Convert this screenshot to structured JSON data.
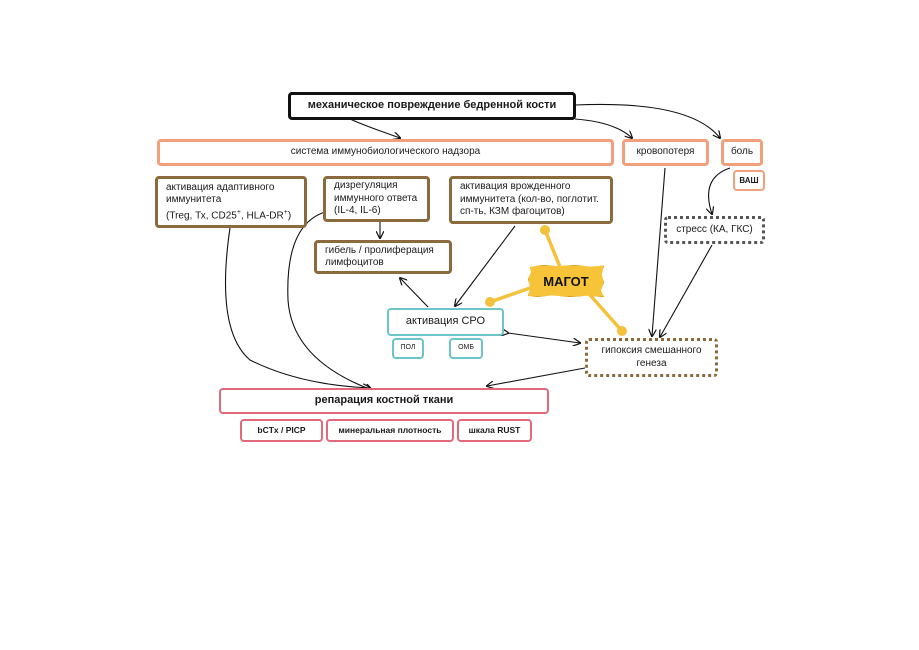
{
  "nodes": {
    "injury": "механическое повреждение бедренной кости",
    "immune_system": "система иммунобиологического надзора",
    "blood_loss": "кровопотеря",
    "pain": "боль",
    "vas": "ВАШ",
    "adaptive_line1": "активация адаптивного",
    "adaptive_line2": "иммунитета",
    "adaptive_line3": "(Treg, Тх, CD25",
    "adaptive_sup1": "+",
    "adaptive_mid": ", HLA-DR",
    "adaptive_sup2": "+",
    "adaptive_end": ")",
    "dysreg_line1": "дизрегуляция",
    "dysreg_line2": "иммунного ответа",
    "dysreg_line3": "(IL-4, IL-6)",
    "innate_line1": "активация врожденного",
    "innate_line2": "иммунитета (кол-во, поглотит.",
    "innate_line3": "сп-ть, КЗМ фагоцитов)",
    "lymph_line1": "гибель / пролиферация",
    "lymph_line2": "лимфоцитов",
    "stress": "стресс (КА, ГКС)",
    "magot": "МАГОТ",
    "ros": "активация СРО",
    "pol": "ПОЛ",
    "omb": "ОМБ",
    "hypoxia_line1": "гипоксия смешанного",
    "hypoxia_line2": "генеза",
    "repair": "репарация костной ткани",
    "bctx": "bCTx / PICP",
    "density": "минеральная плотность",
    "rust": "шкала RUST"
  },
  "colors": {
    "black": "#111111",
    "orange": "#f2a07b",
    "brown": "#8b6a3e",
    "teal": "#6cc5c7",
    "red": "#e06a7a",
    "yellow": "#f7c338"
  }
}
